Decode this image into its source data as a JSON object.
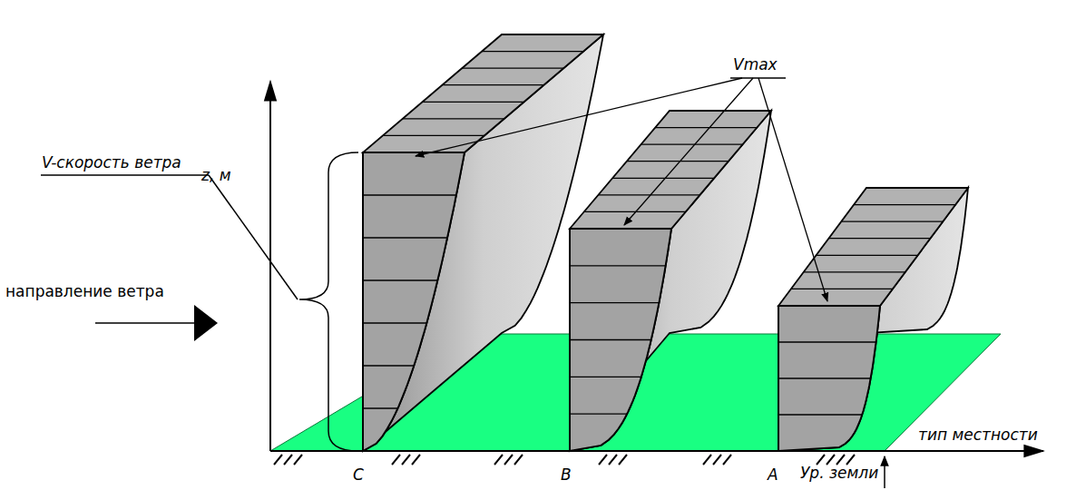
{
  "diagram": {
    "labels": [
      "Vmax",
      "z, м",
      "V-скорость ветра",
      "направление ветра",
      "тип местности",
      "C",
      "B",
      "A",
      "Ур. земли"
    ]
  }
}
